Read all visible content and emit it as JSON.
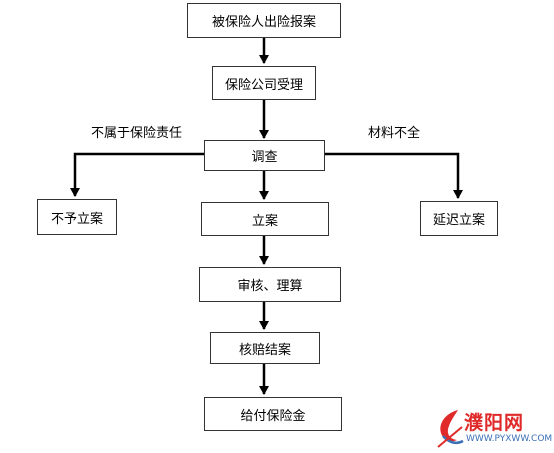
{
  "diagram": {
    "nodes": {
      "report": "被保险人出险报案",
      "accept": "保险公司受理",
      "investigate": "调查",
      "reject": "不予立案",
      "file": "立案",
      "delay": "延迟立案",
      "review": "审核、理算",
      "settle": "核赔结案",
      "pay": "给付保险金"
    },
    "edge_labels": {
      "not_covered": "不属于保险责任",
      "incomplete": "材料不全"
    }
  },
  "watermark": {
    "name": "濮阳网",
    "url": "WWW.PYXWW.COM",
    "colors": {
      "name": "#e02a2a",
      "url": "#3b6fb6"
    }
  }
}
